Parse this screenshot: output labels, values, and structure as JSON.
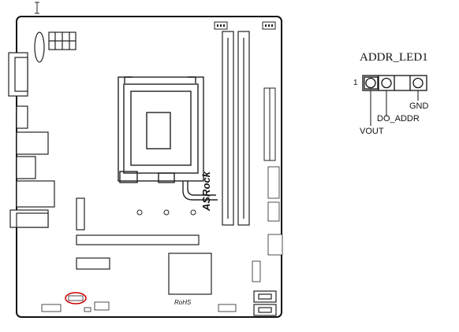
{
  "diagram": {
    "board_brand": "ASRock",
    "board_mark": "RoHS",
    "highlight_color": "#cc0000"
  },
  "header_detail": {
    "title": "ADDR_LED1",
    "pin1_label": "1",
    "pins": [
      {
        "label": "VOUT"
      },
      {
        "label": "DO_ADDR"
      },
      {
        "label": ""
      },
      {
        "label": "GND"
      }
    ]
  },
  "cursor": {
    "icon": "text-cursor-icon"
  }
}
